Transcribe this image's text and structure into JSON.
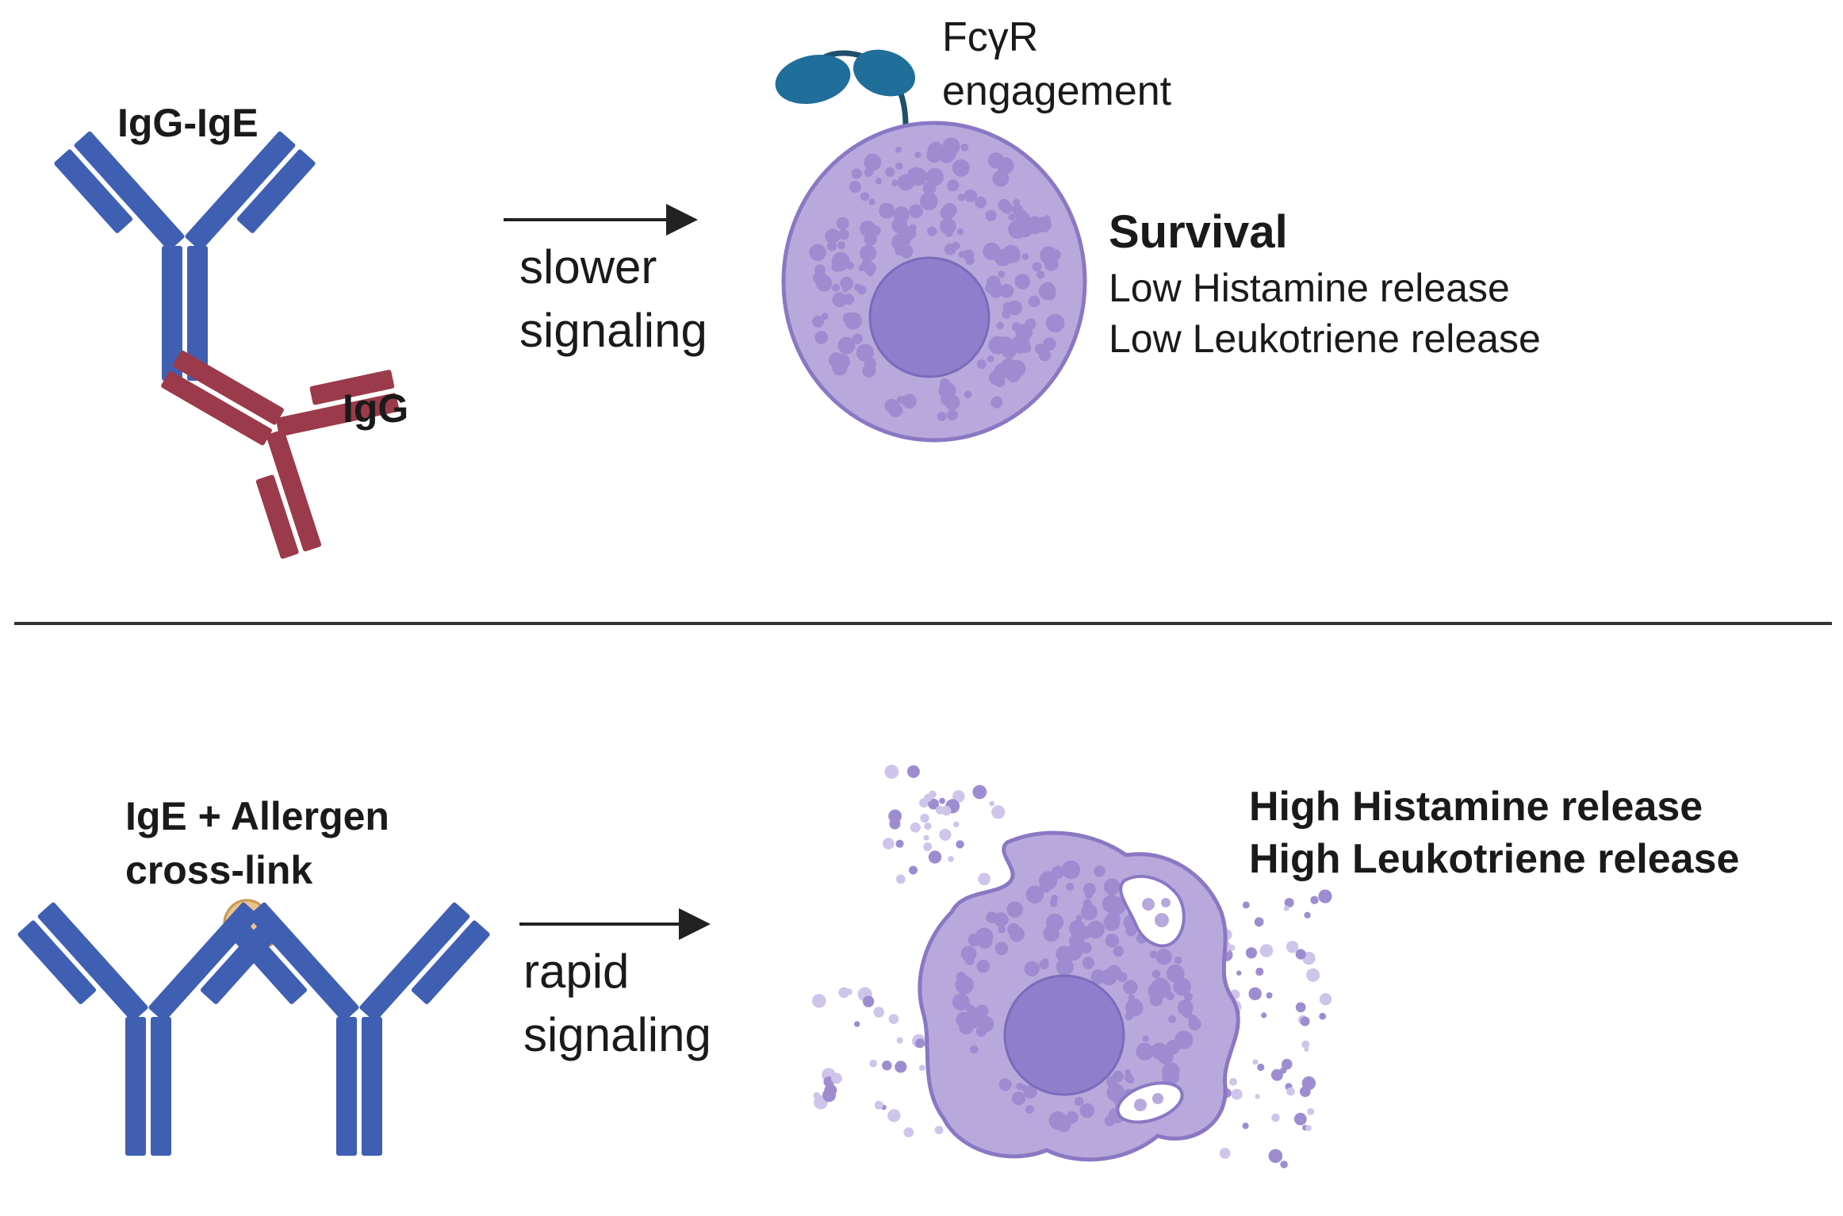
{
  "colors": {
    "ige_antibody": "#3f5fb2",
    "igg_antibody": "#9b3a4a",
    "receptor": "#1f6f9a",
    "cell_fill": "#b8a9dc",
    "cell_border": "#8a78c4",
    "granule": "#9d8dd0",
    "nucleus": "#8e7fcc",
    "allergen": "#e8c48c",
    "arrow": "#222222",
    "divider": "#333333"
  },
  "top_panel": {
    "igg_ige_label": "IgG-IgE",
    "igg_label": "IgG",
    "arrow_label_line1": "slower",
    "arrow_label_line2": "signaling",
    "receptor_label_line1": "FcγR",
    "receptor_label_line2": "engagement",
    "outcome_title": "Survival",
    "outcome_line1": "Low Histamine release",
    "outcome_line2": "Low Leukotriene release"
  },
  "bottom_panel": {
    "ige_label_line1": "IgE + Allergen",
    "ige_label_line2": "cross-link",
    "arrow_label_line1": "rapid",
    "arrow_label_line2": "signaling",
    "outcome_line1": "High Histamine release",
    "outcome_line2": "High Leukotriene release"
  }
}
